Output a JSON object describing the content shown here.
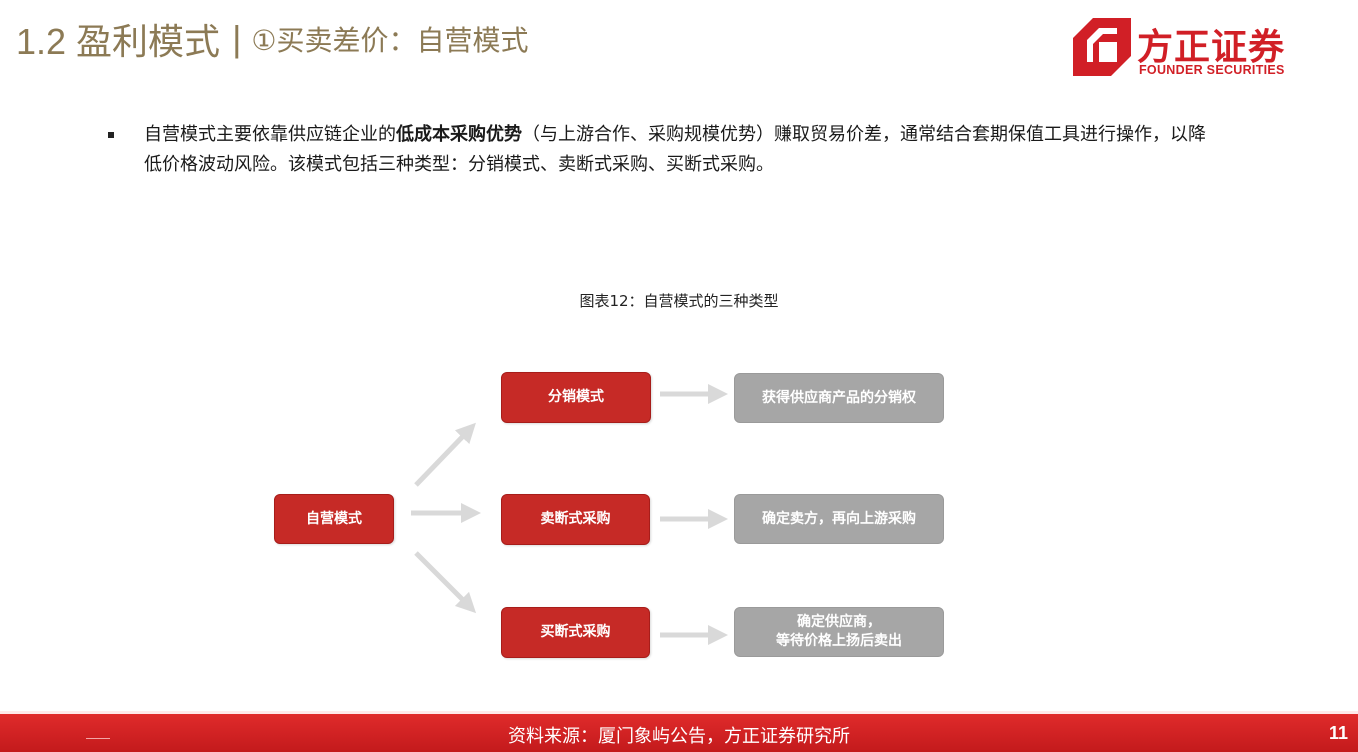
{
  "header": {
    "title": "1.2 盈利模式",
    "separator": "|",
    "subtitle": "①买卖差价：自营模式"
  },
  "logo": {
    "name_cn": "方正证券",
    "name_en": "FOUNDER SECURITIES",
    "color": "#d11f26"
  },
  "bullet": {
    "text_before": "自营模式主要依靠供应链企业的",
    "text_bold": "低成本采购优势",
    "text_after": "（与上游合作、采购规模优势）赚取贸易价差，通常结合套期保值工具进行操作，以降低价格波动风险。该模式包括三种类型：分销模式、卖断式采购、买断式采购。"
  },
  "figure": {
    "caption": "图表12：自营模式的三种类型",
    "root": "自营模式",
    "branches": [
      {
        "type": "分销模式",
        "description": "获得供应商产品的分销权"
      },
      {
        "type": "卖断式采购",
        "description": "确定卖方，再向上游采购"
      },
      {
        "type": "买断式采购",
        "description_line1": "确定供应商，",
        "description_line2": "等待价格上扬后卖出"
      }
    ],
    "colors": {
      "primary": "#c62a26",
      "secondary": "#a6a6a6",
      "arrow": "#d9d9d9"
    }
  },
  "footer": {
    "source": "资料来源：厦门象屿公告，方正证券研究所",
    "page": "11",
    "color": "#d42222"
  }
}
